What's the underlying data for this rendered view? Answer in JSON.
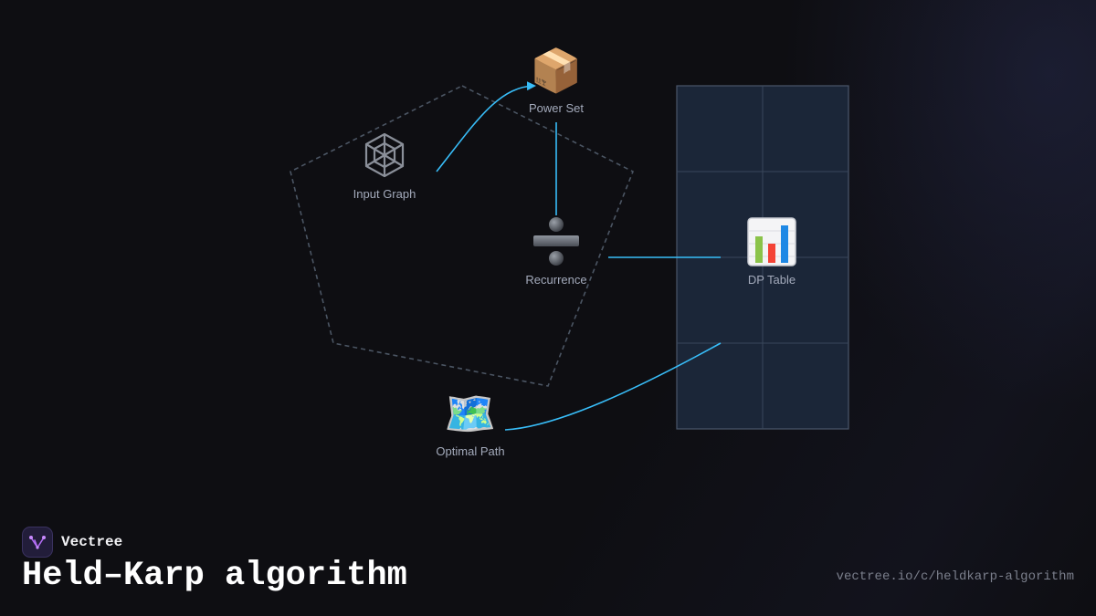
{
  "nodes": {
    "input_graph": {
      "label": "Input Graph",
      "icon": "spider-web-icon"
    },
    "power_set": {
      "label": "Power Set",
      "icon": "package-icon"
    },
    "recurrence": {
      "label": "Recurrence",
      "icon": "divide-icon"
    },
    "dp_table": {
      "label": "DP Table",
      "icon": "bar-chart-icon"
    },
    "optimal_path": {
      "label": "Optimal Path",
      "icon": "world-map-icon"
    }
  },
  "colors": {
    "edge": "#38bdf8",
    "dashed_outline": "#4b5563",
    "table_fill": "#1b2638",
    "table_border": "#4a566a",
    "label_text": "#a3aabb"
  },
  "footer": {
    "brand_name": "Vectree",
    "title": "Held–Karp algorithm",
    "url": "vectree.io/c/heldkarp-algorithm"
  }
}
